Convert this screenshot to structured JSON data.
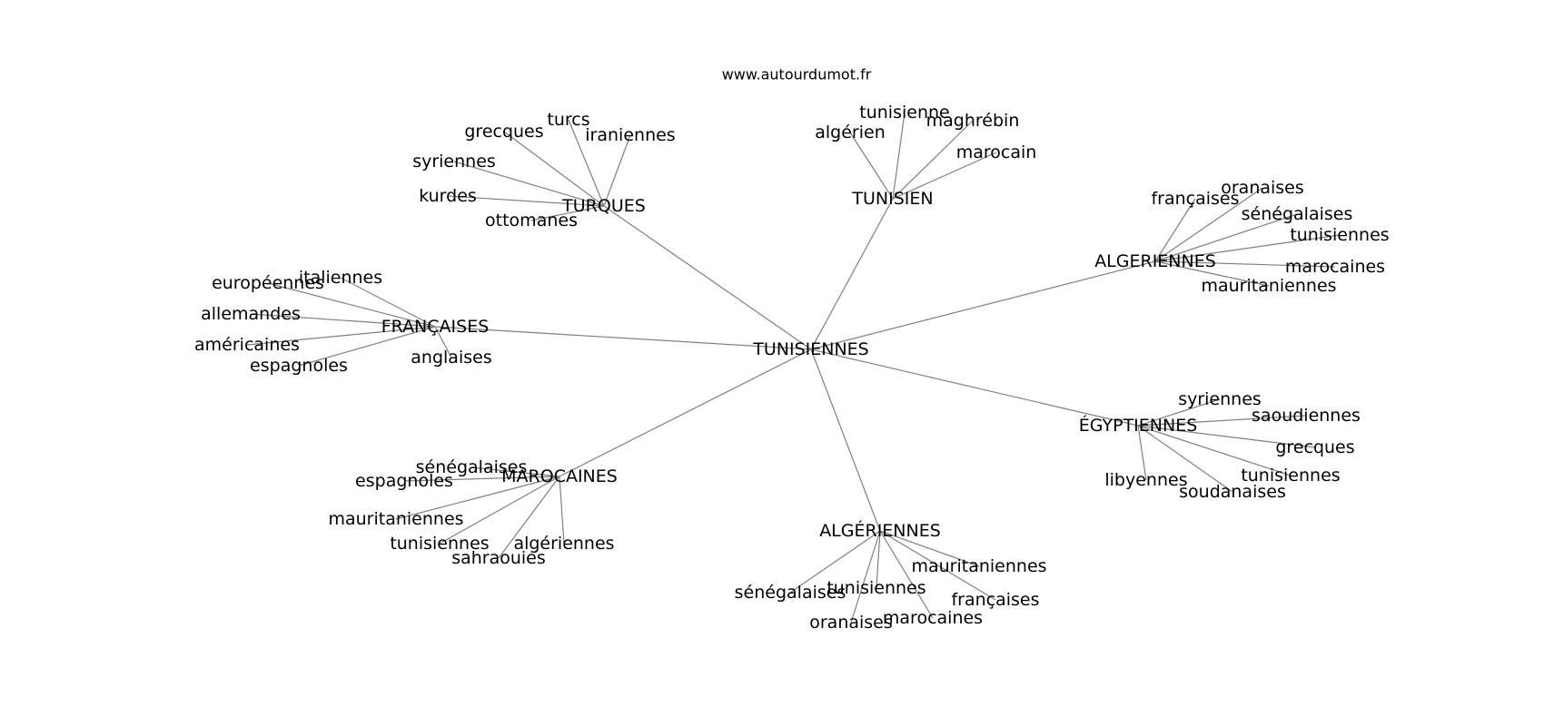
{
  "site": "www.autourdumot.fr",
  "center": "TUNISIENNES",
  "clusters": [
    {
      "key": "turques",
      "label": "TURQUES",
      "leaves": [
        "turcs",
        "grecques",
        "iraniennes",
        "syriennes",
        "kurdes",
        "ottomanes"
      ]
    },
    {
      "key": "tunisien",
      "label": "TUNISIEN",
      "leaves": [
        "tunisienne",
        "algérien",
        "maghrébin",
        "marocain"
      ]
    },
    {
      "key": "algeriennes-caps",
      "label": "ALGERIENNES",
      "leaves": [
        "françaises",
        "oranaises",
        "sénégalaises",
        "tunisiennes",
        "marocaines",
        "mauritaniennes"
      ]
    },
    {
      "key": "egyptiennes",
      "label": "ÉGYPTIENNES",
      "leaves": [
        "syriennes",
        "saoudiennes",
        "grecques",
        "tunisiennes",
        "libyennes",
        "soudanaises"
      ]
    },
    {
      "key": "algeriennes-accent",
      "label": "ALGÉRIENNES",
      "leaves": [
        "mauritaniennes",
        "françaises",
        "tunisiennes",
        "sénégalaises",
        "marocaines",
        "oranaises"
      ]
    },
    {
      "key": "marocaines",
      "label": "MAROCAINES",
      "leaves": [
        "sénégalaises",
        "espagnoles",
        "mauritaniennes",
        "tunisiennes",
        "algériennes",
        "sahraouies"
      ]
    },
    {
      "key": "francaises",
      "label": "FRANÇAISES",
      "leaves": [
        "italiennes",
        "européennes",
        "allemandes",
        "américaines",
        "espagnoles",
        "anglaises"
      ]
    }
  ]
}
